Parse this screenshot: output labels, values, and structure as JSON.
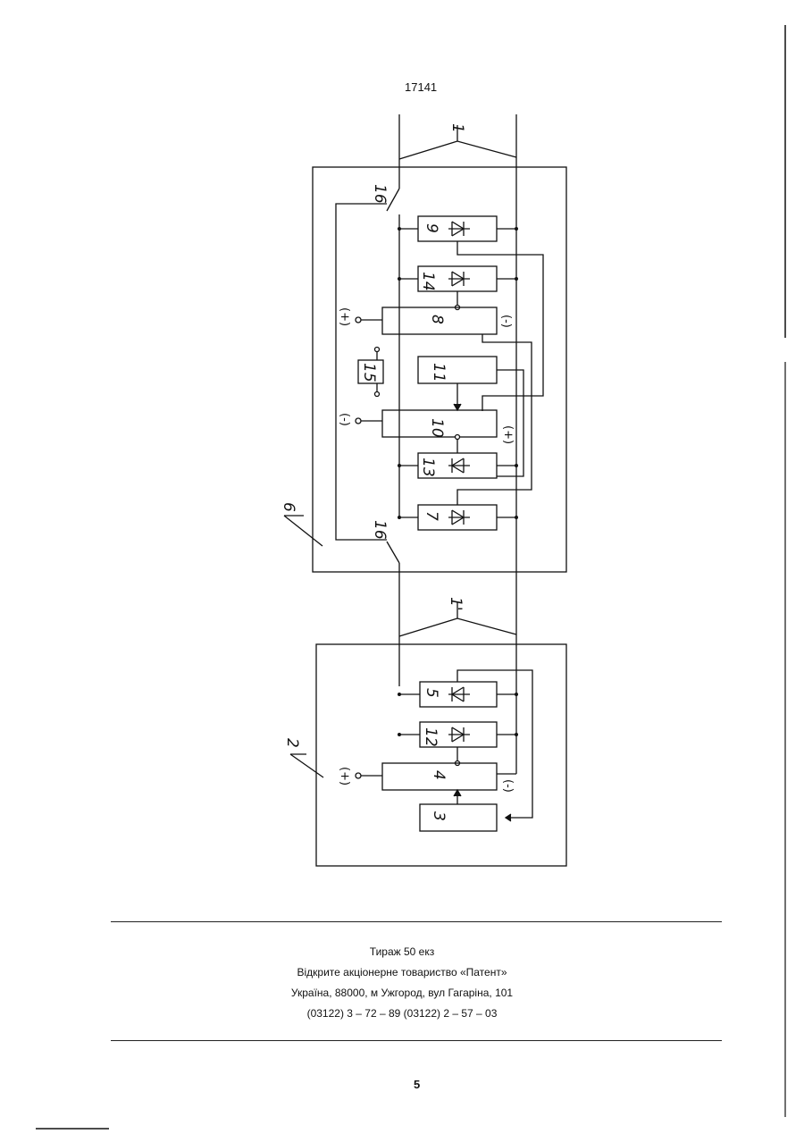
{
  "header": {
    "patent_number": "17141"
  },
  "diagram": {
    "labels": {
      "line_1": "1",
      "line_1_prime": "1'",
      "unit_6": "6",
      "unit_2": "2",
      "switch_16_top": "16",
      "switch_16_bottom": "16",
      "block_9": "9",
      "block_14": "14",
      "block_8": "8",
      "block_15": "15",
      "block_11": "11",
      "block_10": "10",
      "block_13": "13",
      "block_7": "7",
      "block_5": "5",
      "block_12": "12",
      "block_4": "4",
      "block_3": "3"
    },
    "polarity": {
      "b8_left": "(+)",
      "b8_right": "(-)",
      "b10_left": "(-)",
      "b10_right": "(+)",
      "b4_left": "(+)",
      "b4_right": "(-)"
    }
  },
  "footer": {
    "circulation": "Тираж 50 екз",
    "company": "Відкрите акціонерне товариство «Патент»",
    "address": "Україна, 88000, м  Ужгород, вул  Гагаріна, 101",
    "phones": "(03122) 3 – 72 – 89  (03122) 2 – 57 – 03",
    "page_number": "5"
  }
}
